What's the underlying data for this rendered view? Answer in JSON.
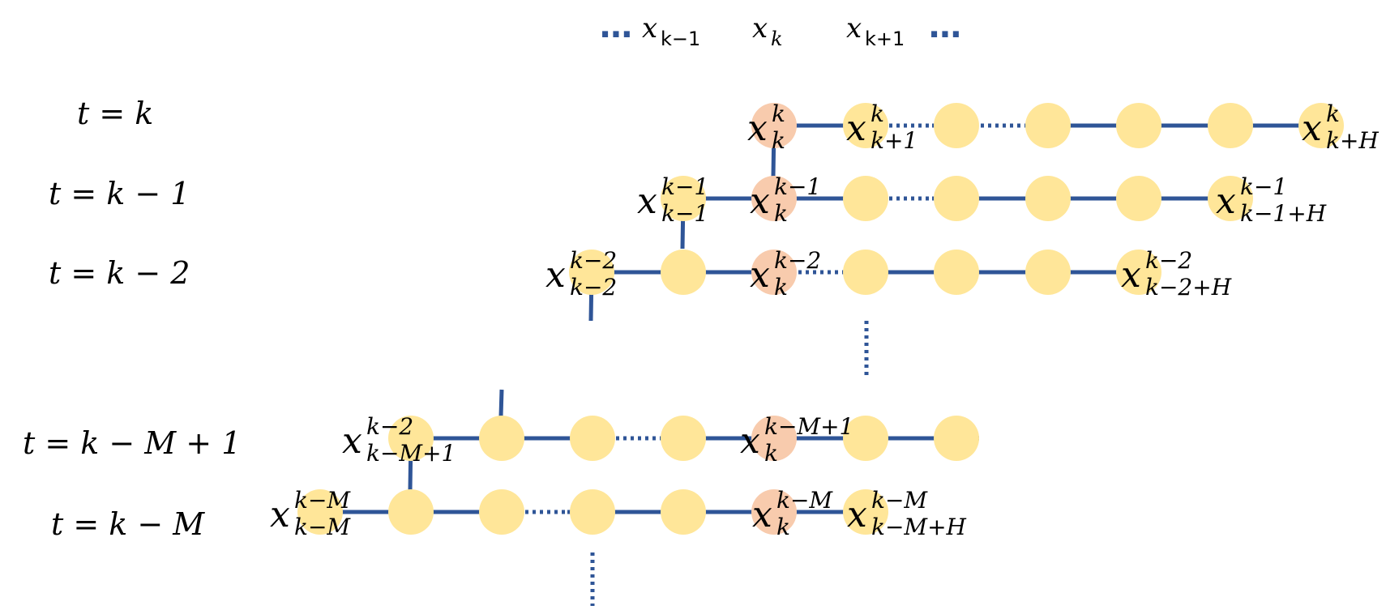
{
  "colors": {
    "edge": "#2f5597",
    "node_default": "#ffe699",
    "node_highlight": "#f8cbad",
    "text": "#000000"
  },
  "header": {
    "dots_left": "⋯",
    "dots_right": "⋯",
    "items": [
      {
        "main": "x",
        "sub": "k−1"
      },
      {
        "main": "x",
        "sub": "k"
      },
      {
        "main": "x",
        "sub": "k+1"
      }
    ]
  },
  "rows": [
    {
      "label": "t = k"
    },
    {
      "label": "t = k − 1"
    },
    {
      "label": "t = k − 2"
    },
    {
      "label": "t = k − M + 1"
    },
    {
      "label": "t = k − M"
    }
  ],
  "node_labels": [
    {
      "name": "x-k-k",
      "main": "x",
      "sup": "k",
      "sub": "k"
    },
    {
      "name": "x-k+1-k",
      "main": "x",
      "sup": "k",
      "sub": "k+1"
    },
    {
      "name": "x-k+H-k",
      "main": "x",
      "sup": "k",
      "sub": "k+H"
    },
    {
      "name": "x-k-1-k-1",
      "main": "x",
      "sup": "k−1",
      "sub": "k−1"
    },
    {
      "name": "x-k-k-1",
      "main": "x",
      "sup": "k−1",
      "sub": "k"
    },
    {
      "name": "x-k-1+H-k-1",
      "main": "x",
      "sup": "k−1",
      "sub": "k−1+H"
    },
    {
      "name": "x-k-2-k-2",
      "main": "x",
      "sup": "k−2",
      "sub": "k−2"
    },
    {
      "name": "x-k-k-2",
      "main": "x",
      "sup": "k−2",
      "sub": "k"
    },
    {
      "name": "x-k-2+H-k-2",
      "main": "x",
      "sup": "k−2",
      "sub": "k−2+H"
    },
    {
      "name": "x-k-M+1-k-2",
      "main": "x",
      "sup": "k−2",
      "sub": "k−M+1"
    },
    {
      "name": "x-k-k-M+1",
      "main": "x",
      "sup": "k−M+1",
      "sub": "k"
    },
    {
      "name": "x-k-M-k-M",
      "main": "x",
      "sup": "k−M",
      "sub": "k−M"
    },
    {
      "name": "x-k-k-M",
      "main": "x",
      "sup": "k−M",
      "sub": "k"
    },
    {
      "name": "x-k-M+H-k-M",
      "main": "x",
      "sup": "k−M",
      "sub": "k−M+H"
    }
  ]
}
